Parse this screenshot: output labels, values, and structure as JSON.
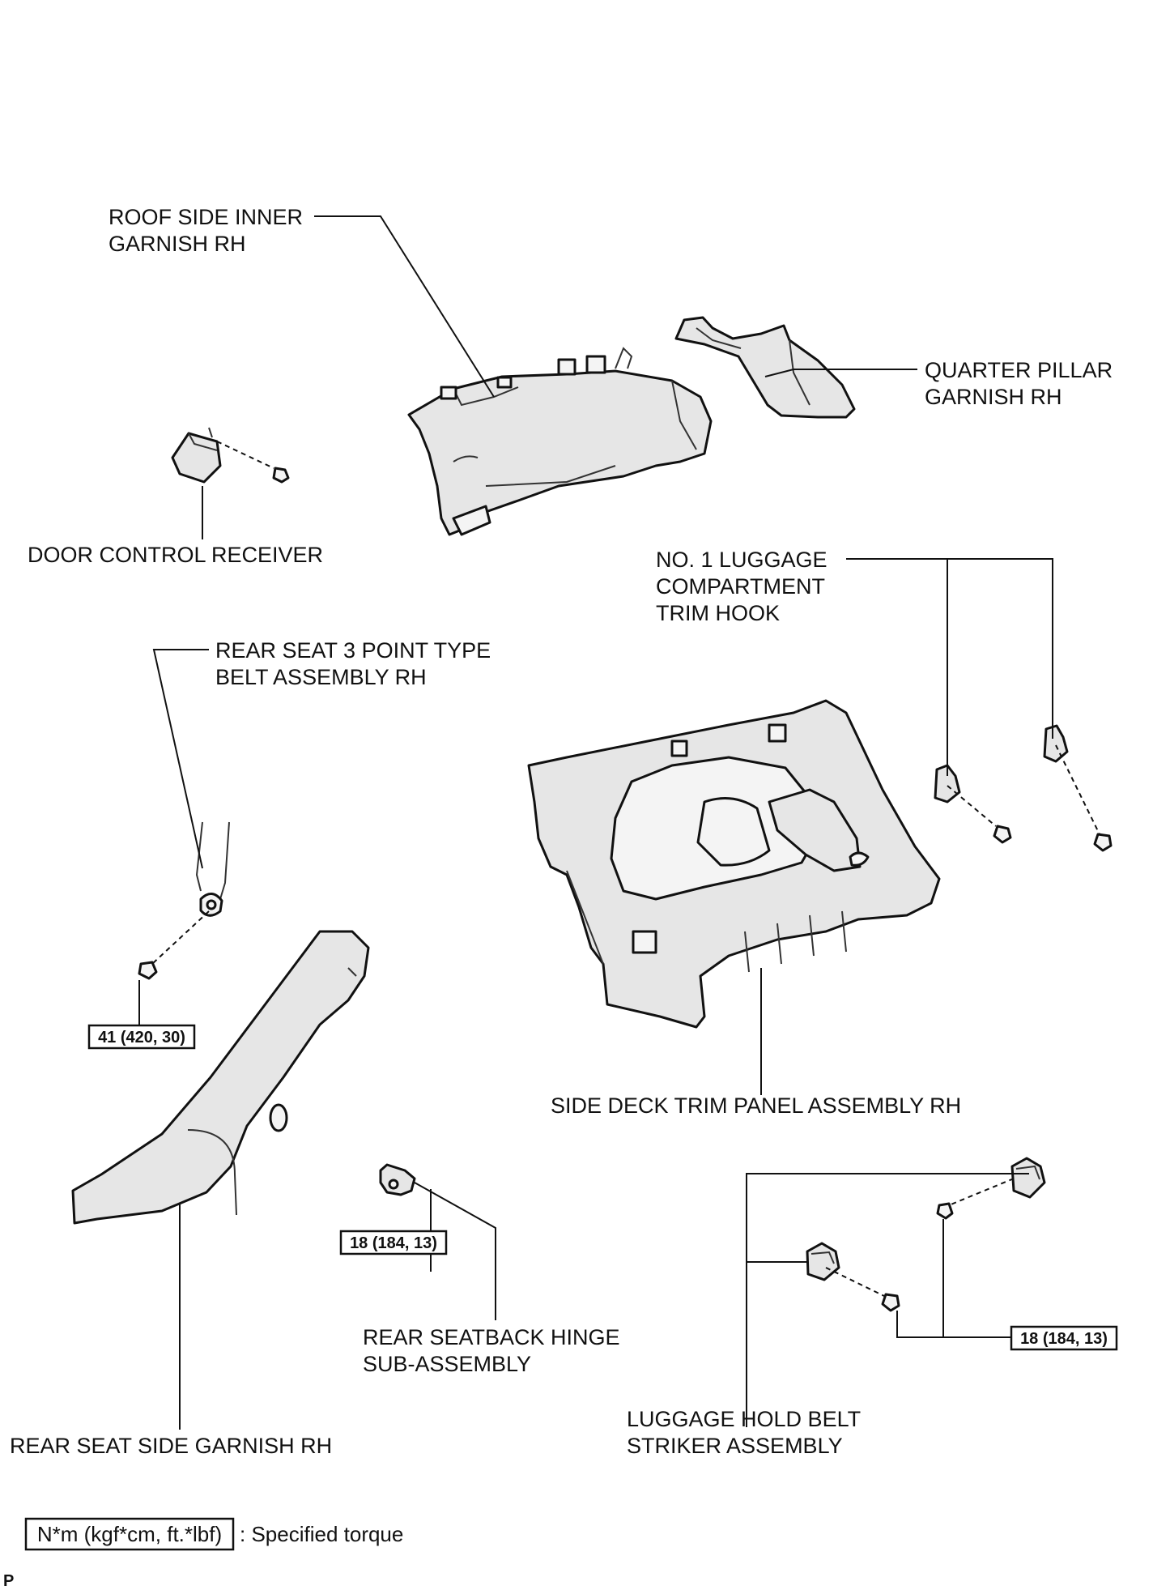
{
  "labels": {
    "roof_side_inner_garnish": [
      "ROOF SIDE INNER",
      "GARNISH RH"
    ],
    "quarter_pillar_garnish": [
      "QUARTER PILLAR",
      "GARNISH RH"
    ],
    "door_control_receiver": [
      "DOOR CONTROL RECEIVER"
    ],
    "luggage_trim_hook": [
      "NO. 1 LUGGAGE",
      "COMPARTMENT",
      "TRIM HOOK"
    ],
    "rear_seat_belt": [
      "REAR SEAT 3 POINT TYPE",
      "BELT ASSEMBLY RH"
    ],
    "side_deck_trim_panel": [
      "SIDE DECK TRIM PANEL ASSEMBLY RH"
    ],
    "rear_seatback_hinge": [
      "REAR SEATBACK HINGE",
      "SUB-ASSEMBLY"
    ],
    "rear_seat_side_garnish": [
      "REAR SEAT SIDE GARNISH RH"
    ],
    "luggage_hold_belt_striker": [
      "LUGGAGE HOLD BELT",
      "STRIKER ASSEMBLY"
    ]
  },
  "torques": {
    "belt_bolt": "41 (420, 30)",
    "hinge_bolt": "18 (184, 13)",
    "striker_bolt": "18 (184, 13)"
  },
  "legend": {
    "unit_box": "N*m (kgf*cm, ft.*lbf)",
    "text": ": Specified torque"
  },
  "corner_mark": "P"
}
